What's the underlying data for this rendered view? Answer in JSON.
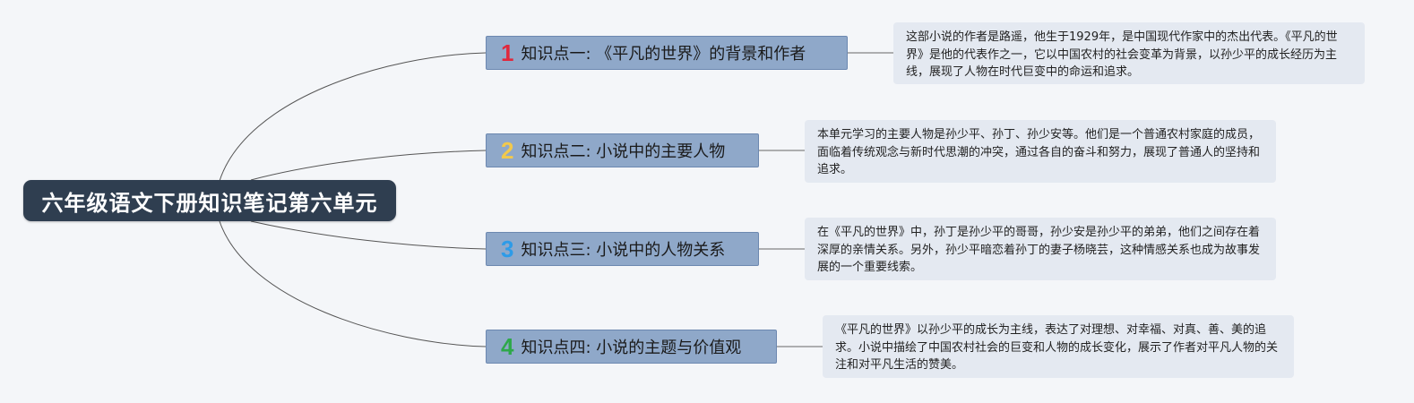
{
  "root": {
    "title": "六年级语文下册知识笔记第六单元"
  },
  "topics": [
    {
      "number": "1",
      "number_color": "#e0283c",
      "label": "知识点一: 《平凡的世界》的背景和作者",
      "note": "这部小说的作者是路遥，他生于1929年，是中国现代作家中的杰出代表。《平凡的世界》是他的代表作之一，它以中国农村的社会变革为背景，以孙少平的成长经历为主线，展现了人物在时代巨变中的命运和追求。"
    },
    {
      "number": "2",
      "number_color": "#f2c94c",
      "label": "知识点二: 小说中的主要人物",
      "note": "本单元学习的主要人物是孙少平、孙丁、孙少安等。他们是一个普通农村家庭的成员，面临着传统观念与新时代思潮的冲突，通过各自的奋斗和努力，展现了普通人的坚持和追求。"
    },
    {
      "number": "3",
      "number_color": "#2d9be8",
      "label": "知识点三: 小说中的人物关系",
      "note": "在《平凡的世界》中，孙丁是孙少平的哥哥，孙少安是孙少平的弟弟，他们之间存在着深厚的亲情关系。另外，孙少平暗恋着孙丁的妻子杨晓芸，这种情感关系也成为故事发展的一个重要线索。"
    },
    {
      "number": "4",
      "number_color": "#2ea84a",
      "label": "知识点四: 小说的主题与价值观",
      "note": "《平凡的世界》以孙少平的成长为主线，表达了对理想、对幸福、对真、善、美的追求。小说中描绘了中国农村社会的巨变和人物的成长变化，展示了作者对平凡人物的关注和对平凡生活的赞美。"
    }
  ]
}
